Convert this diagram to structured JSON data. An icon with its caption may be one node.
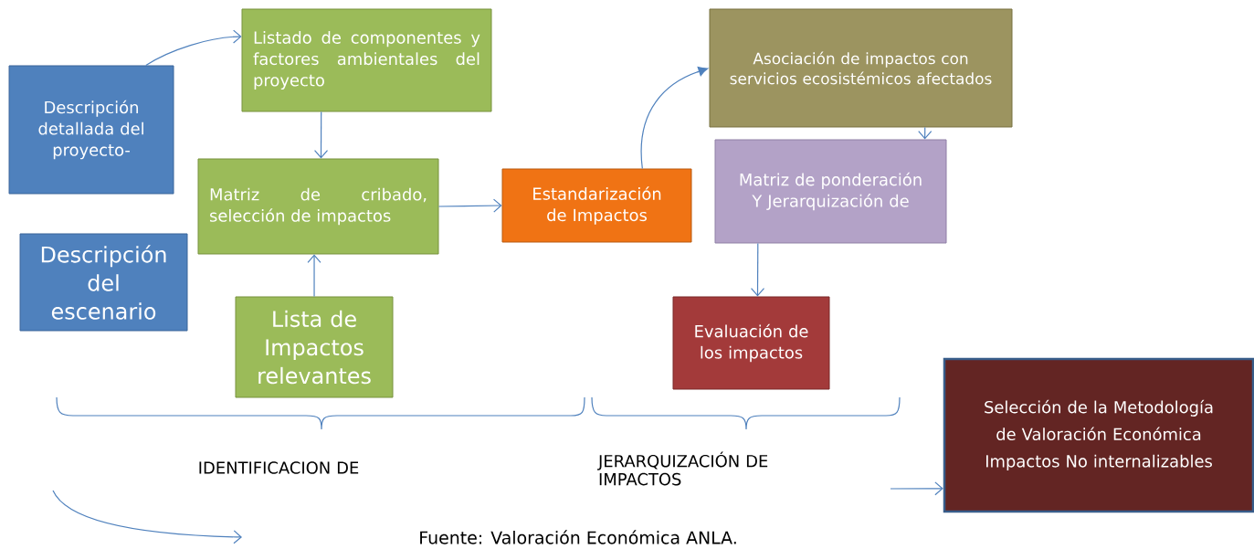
{
  "diagram": {
    "caption": "Fuente: Valoración Económica ANLA.",
    "nodes": [
      {
        "text": [
          "Descripción detallada del proyecto-"
        ]
      },
      {
        "text": [
          "Listado de componentes y factores ambientales del proyecto"
        ]
      },
      {
        "text": [
          "Matriz de cribado, selección de impactos"
        ]
      },
      {
        "text": [
          "Descripción del escenario"
        ]
      },
      {
        "text": [
          "Lista de Impactos relevantes"
        ]
      },
      {
        "text": [
          "Estandarización de Impactos"
        ]
      },
      {
        "text": [
          "Asociación de impactos con servicios ecosistémicos afectados"
        ]
      },
      {
        "text": [
          "Matriz de ponderación Y Jerarquización de"
        ]
      },
      {
        "text": [
          "Evaluación de los impactos"
        ]
      },
      {
        "text": [
          "Selección de la Metodología de Valoración Económica Impactos No internalizables"
        ]
      }
    ],
    "edges": [
      {
        "from": 0,
        "to": 1,
        "arrow": "to"
      },
      {
        "from": 1,
        "to": 2,
        "arrow": "to"
      },
      {
        "from": 4,
        "to": 2,
        "arrow": "to"
      },
      {
        "from": 2,
        "to": 5,
        "arrow": "to"
      },
      {
        "from": 5,
        "to": 6,
        "arrow": "to"
      },
      {
        "from": 6,
        "to": 7,
        "arrow": "to"
      },
      {
        "from": 7,
        "to": 8,
        "arrow": "to"
      },
      {
        "from": null,
        "to": 9,
        "arrow": "to"
      }
    ],
    "labels": [
      "IDENTIFICACION DE",
      "JERARQUIZACIÓN DE IMPACTOS"
    ]
  }
}
